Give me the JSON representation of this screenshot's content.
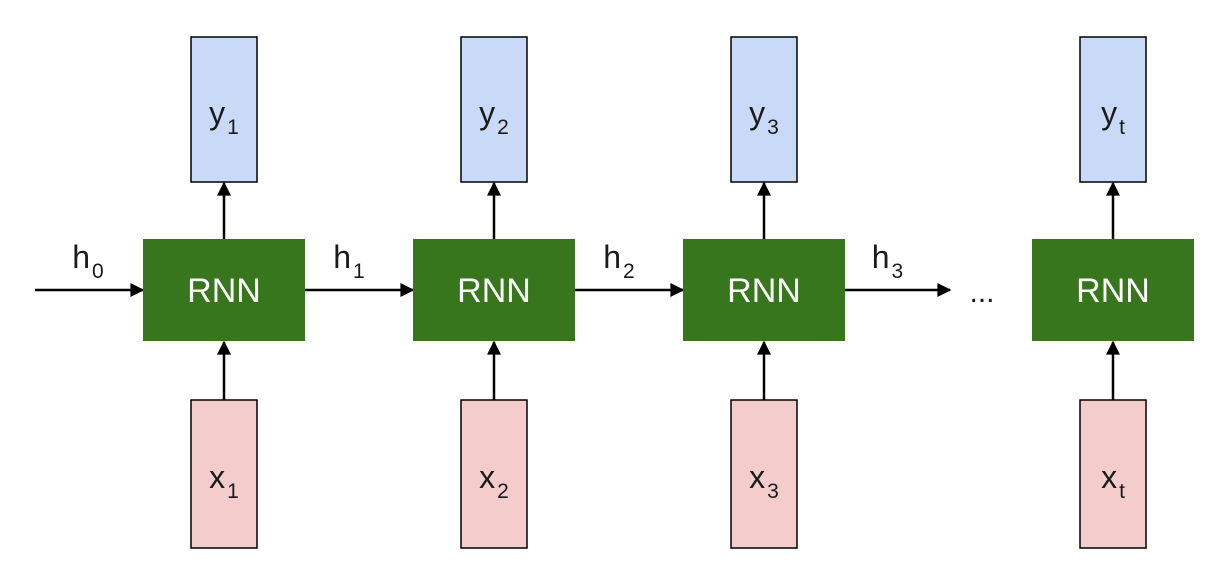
{
  "rnn_label": "RNN",
  "initial_hidden": {
    "letter": "h",
    "sub": "0"
  },
  "steps": [
    {
      "output": {
        "letter": "y",
        "sub": "1"
      },
      "input": {
        "letter": "x",
        "sub": "1"
      },
      "hidden_out": {
        "letter": "h",
        "sub": "1"
      }
    },
    {
      "output": {
        "letter": "y",
        "sub": "2"
      },
      "input": {
        "letter": "x",
        "sub": "2"
      },
      "hidden_out": {
        "letter": "h",
        "sub": "2"
      }
    },
    {
      "output": {
        "letter": "y",
        "sub": "3"
      },
      "input": {
        "letter": "x",
        "sub": "3"
      },
      "hidden_out": {
        "letter": "h",
        "sub": "3"
      }
    },
    {
      "output": {
        "letter": "y",
        "sub": "t"
      },
      "input": {
        "letter": "x",
        "sub": "t"
      }
    }
  ],
  "ellipsis": "...",
  "colors": {
    "rnn_fill": "#38761d",
    "output_fill": "#c9daf8",
    "input_fill": "#f4cccc",
    "stroke": "#000000"
  }
}
